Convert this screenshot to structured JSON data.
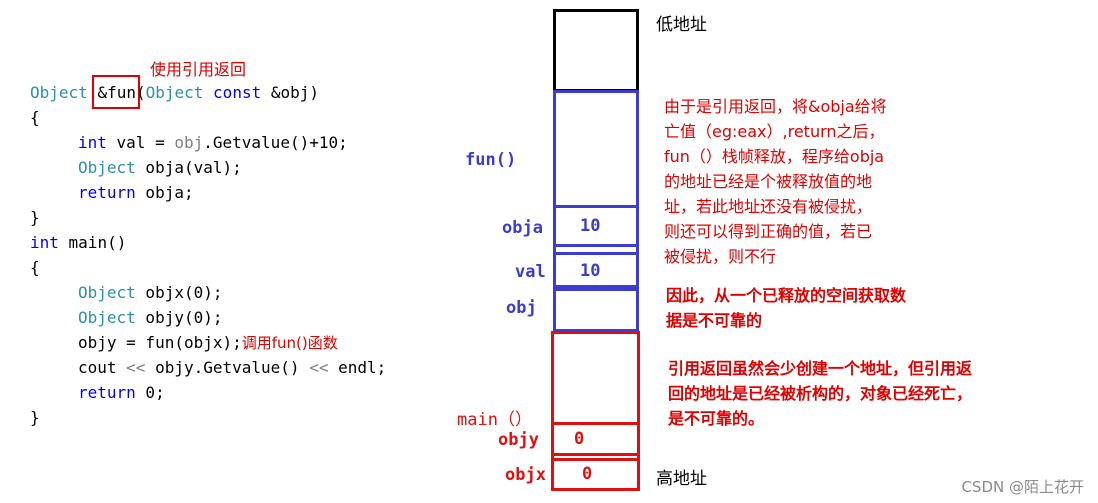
{
  "code": {
    "annotation_top": "使用引用返回",
    "annotation_call": "调用fun()函数",
    "line1": {
      "type": "Object",
      "fn": "&fun",
      "open": "(",
      "ptype": "Object",
      "kw": "const",
      "param": "&obj)"
    },
    "line2": "{",
    "line3": {
      "kw": "int",
      "rest1": " val = ",
      "gray": "obj",
      "rest2": ".Getvalue()+10;"
    },
    "line4": {
      "type": "Object",
      "rest": " obja(val);"
    },
    "line5": {
      "kw": "return",
      "rest": " obja;"
    },
    "line6": "}",
    "line7": {
      "kw": "int",
      "rest": " main()"
    },
    "line8": "{",
    "line9": {
      "type": "Object",
      "rest": " objx(0);"
    },
    "line10": {
      "type": "Object",
      "rest": " objy(0);"
    },
    "line11": {
      "rest": "objy = fun(objx);"
    },
    "line12": {
      "a": "cout ",
      "op1": "<<",
      "b": " objy.Getvalue() ",
      "op2": "<<",
      "c": " endl;"
    },
    "line13": {
      "kw": "return",
      "rest": " 0;"
    },
    "line14": "}"
  },
  "stack": {
    "low_address": "低地址",
    "high_address": "高地址",
    "fun_label": "fun()",
    "main_label": "main（）",
    "obja_label": "obja",
    "obja_value": "10",
    "val_label": "val",
    "val_value": "10",
    "obj_label": "obj",
    "objy_label": "objy",
    "objy_value": "0",
    "objx_label": "objx",
    "objx_value": "0"
  },
  "notes": {
    "note1": [
      "由于是引用返回，将&obja给将",
      "亡值（eg:eax）,return之后，",
      "fun（）栈帧释放，程序给obja",
      "的地址已经是个被释放值的地",
      "址，若此地址还没有被侵扰，",
      "则还可以得到正确的值，若已",
      "被侵扰，则不行"
    ],
    "note2": [
      "因此，从一个已释放的空间获取数",
      "据是不可靠的"
    ],
    "note3": [
      "引用返回虽然会少创建一个地址，但引用返",
      "回的地址是已经被析构的，对象已经死亡，",
      "是不可靠的。"
    ]
  },
  "watermark": "CSDN @陌上花开",
  "colors": {
    "blue_frame": "#3c3cd0",
    "red_frame": "#e01010",
    "black_frame": "#000000",
    "note_red": "#e00000"
  }
}
